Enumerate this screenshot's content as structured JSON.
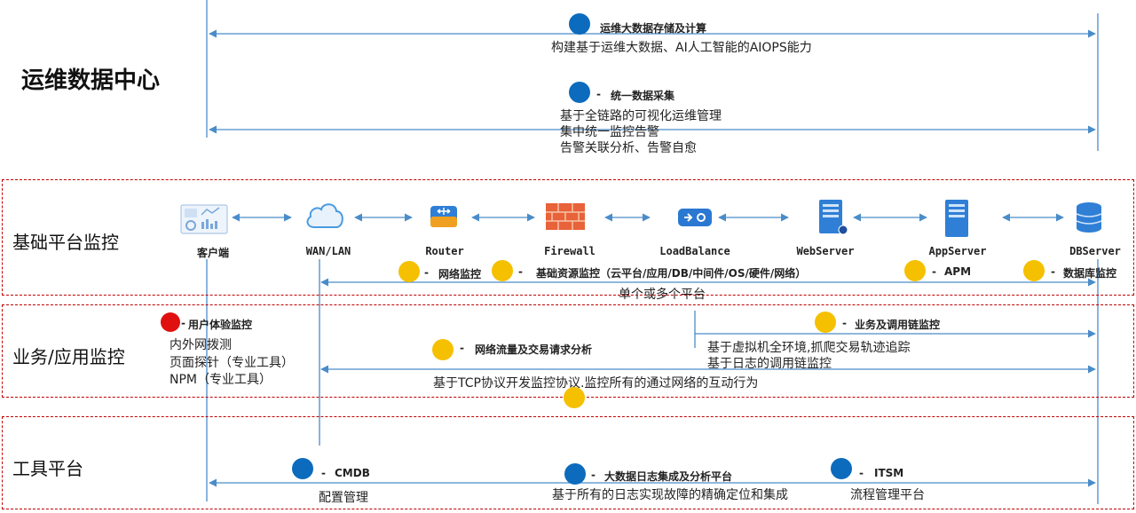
{
  "data_center": {
    "title": "运维数据中心",
    "storage": {
      "label": "运维大数据存储及计算",
      "desc": "构建基于运维大数据、AI人工智能的AIOPS能力"
    },
    "collection": {
      "label": "统一数据采集",
      "lines": [
        "基于全链路的可视化运维管理",
        "集中统一监控告警",
        "告警关联分析、告警自愈"
      ]
    }
  },
  "sections": {
    "infra": "基础平台监控",
    "app": "业务/应用监控",
    "tools": "工具平台"
  },
  "nodes": [
    "客户端",
    "WAN/LAN",
    "Router",
    "Firewall",
    "LoadBalance",
    "WebServer",
    "AppServer",
    "DBServer"
  ],
  "infra_labels": {
    "network": "网络监控",
    "resources": "基础资源监控（云平台/应用/DB/中间件/OS/硬件/网络）",
    "apm": "APM",
    "db": "数据库监控",
    "platforms": "单个或多个平台"
  },
  "app_labels": {
    "ux_title": "用户体验监控",
    "ux_lines": [
      "内外网拨测",
      "页面探针（专业工具）",
      "NPM（专业工具）"
    ],
    "traffic_title": "网络流量及交易请求分析",
    "traffic_desc": "基于TCP协议开发监控协议.监控所有的通过网络的互动行为",
    "trace_title": "业务及调用链监控",
    "trace_lines": [
      "基于虚拟机全环境,抓爬交易轨迹追踪",
      "基于日志的调用链监控"
    ]
  },
  "tools": {
    "cmdb": {
      "label": "CMDB",
      "desc": "配置管理"
    },
    "bigdata": {
      "label": "大数据日志集成及分析平台",
      "desc": "基于所有的日志实现故障的精确定位和集成"
    },
    "itsm": {
      "label": "ITSM",
      "desc": "流程管理平台"
    }
  },
  "dash": "-",
  "colors": {
    "line": "#4a8cc9",
    "box": "#c00000",
    "blue_dot": "#0c6bbd",
    "yellow_dot": "#f5c000",
    "red_dot": "#e01010"
  }
}
